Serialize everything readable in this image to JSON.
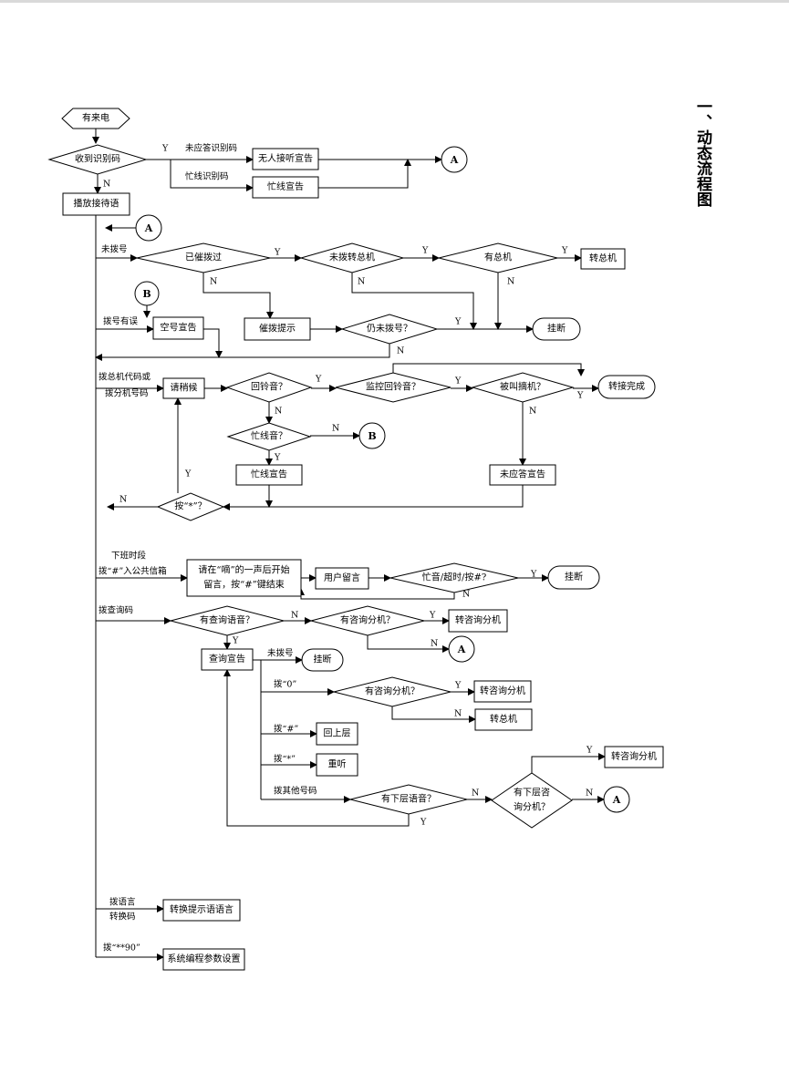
{
  "title": "一、动态流程图",
  "nodes": {
    "start": "有来电",
    "recv_code": "收到识别码",
    "no_answer_ann": "无人接听宣告",
    "busy_ann_top": "忙线宣告",
    "greeting": "播放接待语",
    "dialed_before": "已催拨过",
    "dial_operator": "未拨转总机",
    "has_operator": "有总机",
    "to_operator_1": "转总机",
    "prompt_dial": "催拨提示",
    "still_not": "仍未拨号？",
    "hangup_1": "挂断",
    "empty_ann": "空号宣告",
    "please_wait": "请稍候",
    "ringback": "回铃音？",
    "monitor_ring": "监控回铃音？",
    "answered": "被叫摘机？",
    "transfer_done": "转接完成",
    "busy_tone": "忙线音？",
    "busy_ann": "忙线宣告",
    "no_answer_ann2": "未应答宣告",
    "press_star": "按“*”？",
    "leave_msg_l1": "请在“嘀”的一声后开始",
    "leave_msg_l2": "留言，按“#”键结束",
    "user_msg": "用户留言",
    "busy_timeout": "忙音/超时/按#?",
    "hangup_2": "挂断",
    "has_query_voice": "有查询语音？",
    "has_consult_1": "有咨询分机？",
    "to_consult_1": "转咨询分机",
    "query_ann": "查询宣告",
    "hangup_3": "挂断",
    "has_consult_2": "有咨询分机？",
    "to_consult_2": "转咨询分机",
    "to_operator_2": "转总机",
    "back_level": "回上层",
    "replay": "重听",
    "has_lower_voice": "有下层语音？",
    "has_lower_consult_l1": "有下层咨",
    "has_lower_consult_l2": "询分机？",
    "to_consult_3": "转咨询分机",
    "switch_lang": "转换提示语语言",
    "sys_settings": "系统编程参数设置"
  },
  "connectors": {
    "A": "A",
    "B": "B"
  },
  "labels": {
    "unanswered_code": "未应答识别码",
    "busy_code": "忙线识别码",
    "not_dialed": "未拨号",
    "wrong_number": "拨号有误",
    "dial_ext_l1": "拨总机代码或",
    "dial_ext_l2": "拨分机号码",
    "after_hours_l1": "下班时段",
    "after_hours_l2": "拨“#”入公共信箱",
    "dial_query": "拨查询码",
    "not_dialed_2": "未拨号",
    "dial_zero": "拨“0”",
    "dial_hash": "拨“#”",
    "dial_star": "拨“*”",
    "dial_other": "拨其他号码",
    "dial_lang_l1": "拨语言",
    "dial_lang_l2": "转换码",
    "dial_90": "拨“**90”"
  },
  "yn": {
    "yes": "Y",
    "no": "N"
  }
}
